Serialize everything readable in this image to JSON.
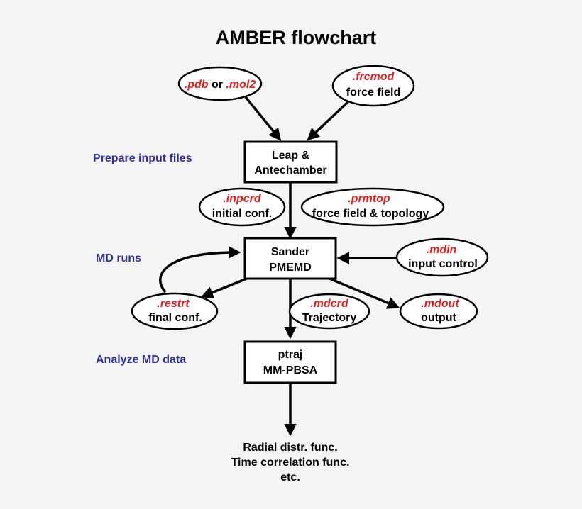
{
  "title": "AMBER flowchart",
  "colors": {
    "background": "#f4f4f4",
    "extension": "#e02020",
    "stage_label": "#2e3192",
    "stroke": "#000000"
  },
  "stage_labels": {
    "prepare": "Prepare input files",
    "md_runs": "MD runs",
    "analyze": "Analyze MD data"
  },
  "boxes": {
    "leap": {
      "line1": "Leap &",
      "line2": "Antechamber"
    },
    "sander": {
      "line1": "Sander",
      "line2": "PMEMD"
    },
    "ptraj": {
      "line1": "ptraj",
      "line2": "MM-PBSA"
    }
  },
  "ellipses": {
    "pdb": {
      "ext1": ".pdb",
      "or": " or ",
      "ext2": ".mol2"
    },
    "frcmod": {
      "ext": ".frcmod",
      "label": "force field"
    },
    "inpcrd": {
      "ext": ".inpcrd",
      "label": "initial conf."
    },
    "prmtop": {
      "ext": ".prmtop",
      "label": "force field & topology"
    },
    "mdin": {
      "ext": ".mdin",
      "label": "input control"
    },
    "restrt": {
      "ext": ".restrt",
      "label": "final conf."
    },
    "mdcrd": {
      "ext": ".mdcrd",
      "label": "Trajectory"
    },
    "mdout": {
      "ext": ".mdout",
      "label": "output"
    }
  },
  "results": {
    "line1": "Radial distr. func.",
    "line2": "Time correlation func.",
    "line3": "etc."
  }
}
